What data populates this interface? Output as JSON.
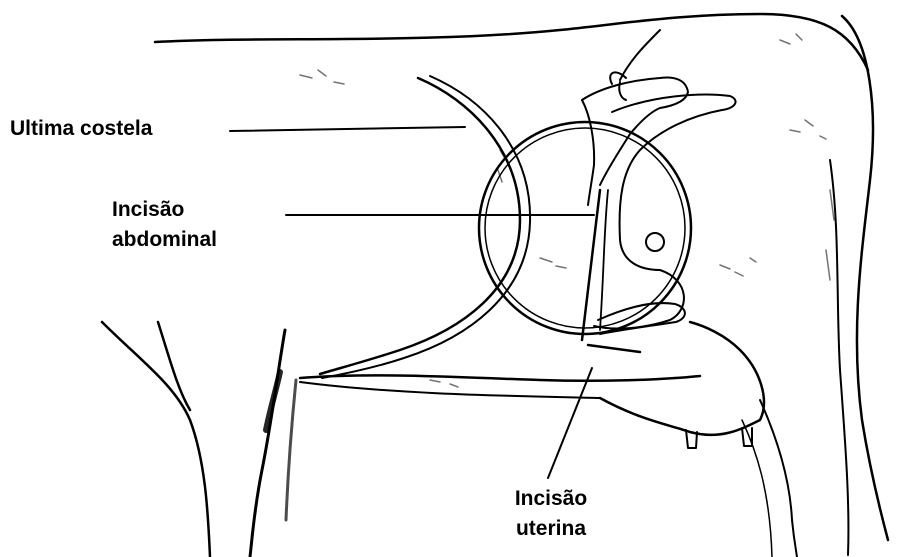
{
  "labels": {
    "last_rib": "Ultima costela",
    "abdominal_incision": [
      "Incisão",
      "abdominal"
    ],
    "uterine_incision": [
      "Incisão",
      "uterina"
    ]
  },
  "colors": {
    "ink": "#000000",
    "background": "#ffffff"
  }
}
